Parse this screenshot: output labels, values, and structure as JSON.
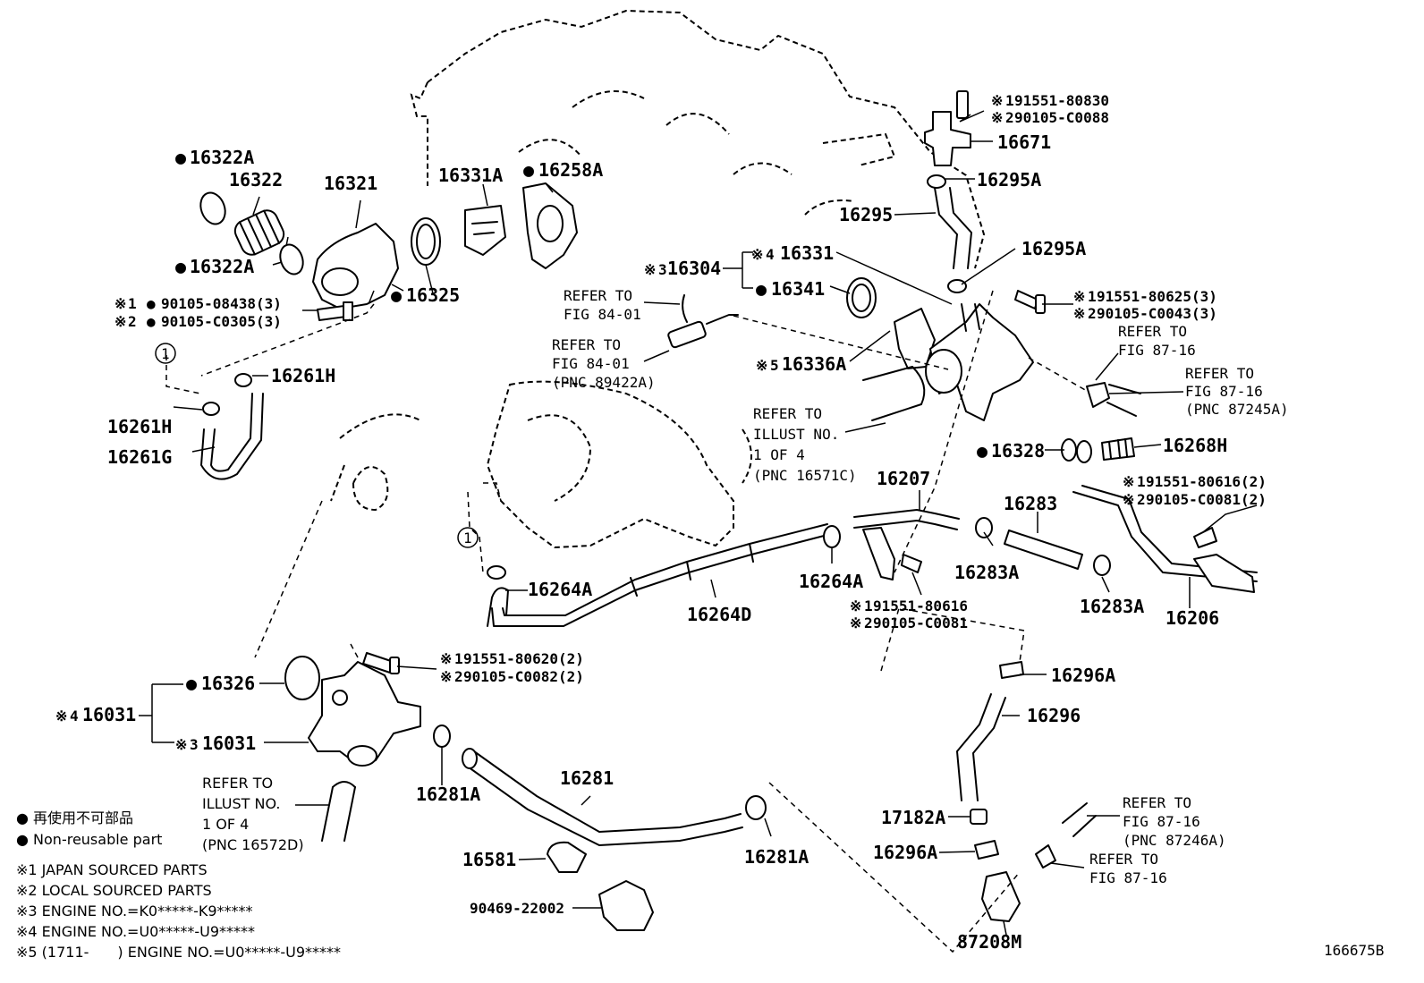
{
  "labels": {
    "p16322A_top": "16322A",
    "p16322": "16322",
    "p16321": "16321",
    "p16331A": "16331A",
    "p16258A": "16258A",
    "p16322A_bot": "16322A",
    "p16325": "16325",
    "bolt_a_1": "90105-08438(3)",
    "bolt_a_2": "90105-C0305(3)",
    "p16261H_r": "16261H",
    "p16261H_l": "16261H",
    "p16261G": "16261G",
    "p16304": "16304",
    "p16331": "16331",
    "p16341": "16341",
    "ref_fig8401_a": "REFER TO\nFIG 84-01",
    "ref_fig8401_b": "REFER TO\nFIG 84-01\n(PNC 89422A)",
    "p16336A": "16336A",
    "ref_illust_a": "REFER TO\nILLUST NO.\n1 OF 4\n(PNC 16571C)",
    "bolt_b_1": "91551-80830",
    "bolt_b_2": "90105-C0088",
    "p16671": "16671",
    "p16295A_top": "16295A",
    "p16295": "16295",
    "p16295A_mid": "16295A",
    "bolt_c_1": "91551-80625(3)",
    "bolt_c_2": "90105-C0043(3)",
    "ref_fig8716_a": "REFER TO\nFIG 87-16",
    "ref_fig8716_b": "REFER TO\nFIG 87-16\n(PNC 87245A)",
    "p16328": "16328",
    "p16268H": "16268H",
    "bolt_d_1": "91551-80616(2)",
    "bolt_d_2": "90105-C0081(2)",
    "p16207": "16207",
    "p16283": "16283",
    "p16264A_l": "16264A",
    "p16264D": "16264D",
    "p16264A_r": "16264A",
    "p16283A_l": "16283A",
    "p16283A_r": "16283A",
    "p16206": "16206",
    "bolt_e_1": "91551-80616",
    "bolt_e_2": "90105-C0081",
    "bolt_f_1": "91551-80620(2)",
    "bolt_f_2": "90105-C0082(2)",
    "p16326": "16326",
    "p16031_4": "16031",
    "p16031_3": "16031",
    "p16281A_l": "16281A",
    "p16281": "16281",
    "p16581": "16581",
    "p90469": "90469-22002",
    "p16281A_r": "16281A",
    "ref_illust_b": "REFER TO\nILLUST NO.\n1 OF 4\n(PNC 16572D)",
    "p16296A_top": "16296A",
    "p16296": "16296",
    "p17182A": "17182A",
    "p16296A_bot": "16296A",
    "ref_fig8716_c": "REFER TO\nFIG 87-16\n(PNC 87246A)",
    "ref_fig8716_d": "REFER TO\nFIG 87-16",
    "p87208M": "87208M",
    "circle1": "1",
    "mark_dot": "●",
    "mark_x": "※",
    "n1": "1",
    "n2": "2",
    "n3": "3",
    "n4": "4",
    "n5": "5",
    "figure_no": "166675B"
  },
  "legend": {
    "jp": "● 再使用不可部品",
    "en": "● Non-reusable part",
    "note1": "※1 JAPAN SOURCED PARTS",
    "note2": "※2 LOCAL SOURCED PARTS",
    "note3": "※3 ENGINE NO.=K0*****-K9*****",
    "note4": "※4 ENGINE NO.=U0*****-U9*****",
    "note5": "※5 (1711-　　) ENGINE NO.=U0*****-U9*****"
  }
}
